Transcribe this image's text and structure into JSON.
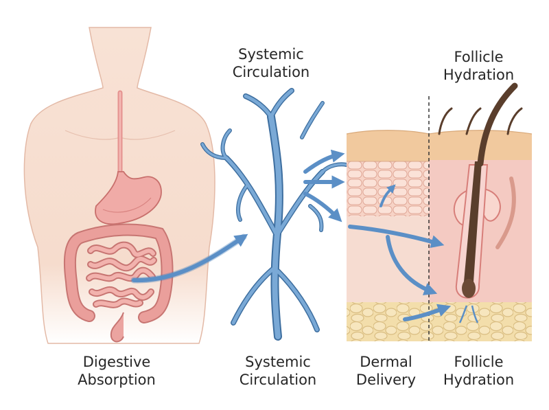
{
  "titles": {
    "systemic": [
      "Systemic",
      "Circulation"
    ],
    "follicle": [
      "Follicle",
      "Hydration"
    ]
  },
  "captions": {
    "digestive": [
      "Digestive",
      "Absorption"
    ],
    "systemic": [
      "Systemic",
      "Circulation"
    ],
    "dermal": [
      "Dermal",
      "Delivery"
    ],
    "follicle": [
      "Follicle",
      "Hydration"
    ]
  },
  "colors": {
    "skin_body": "#f6dccd",
    "organ": "#e79c9a",
    "vessel": "#6a9ac9",
    "arrow": "#5b8fc6",
    "fat": "#f3deab",
    "hair": "#5a3e2c",
    "epidermis": "#f1c99e"
  }
}
